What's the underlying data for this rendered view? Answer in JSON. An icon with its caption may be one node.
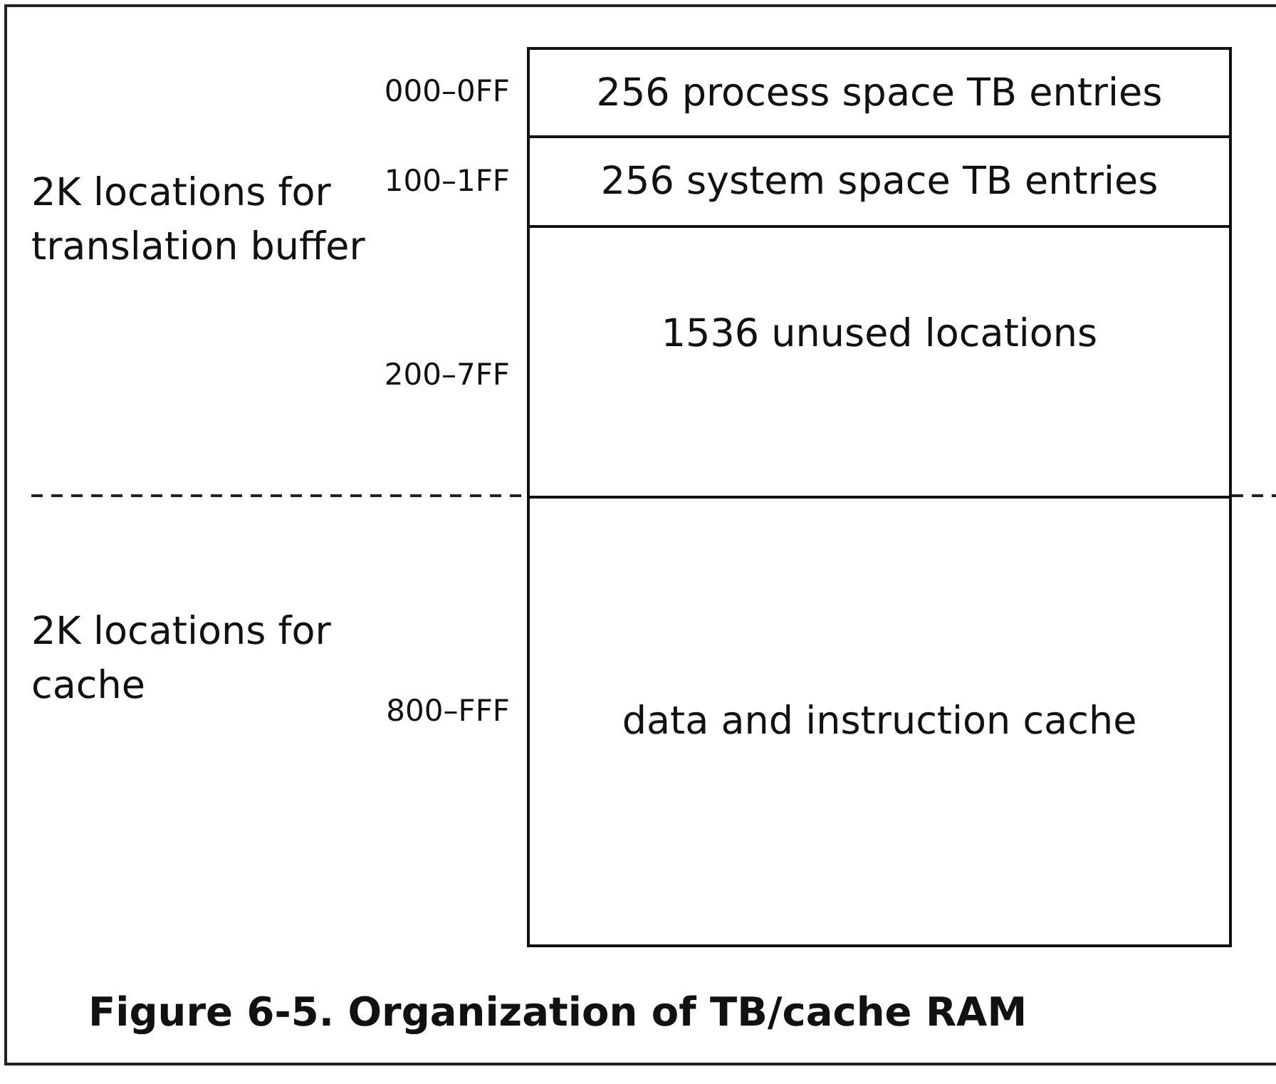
{
  "diagram": {
    "caption": "Figure 6-5. Organization of TB/cache RAM",
    "nodes": [
      {
        "text": [
          "256 process space TB entries"
        ],
        "beside": [
          "000–0FF"
        ]
      },
      {
        "text": [
          "256 system space TB entries"
        ],
        "beside": [
          "100–1FF"
        ]
      },
      {
        "text": [
          "1536 unused locations"
        ],
        "beside": [
          "200–7FF"
        ]
      },
      {
        "text": [
          "data and instruction cache"
        ],
        "beside": [
          "800–FFF"
        ]
      }
    ],
    "labels": [
      "2K locations for translation buffer",
      "2K locations for cache"
    ]
  }
}
